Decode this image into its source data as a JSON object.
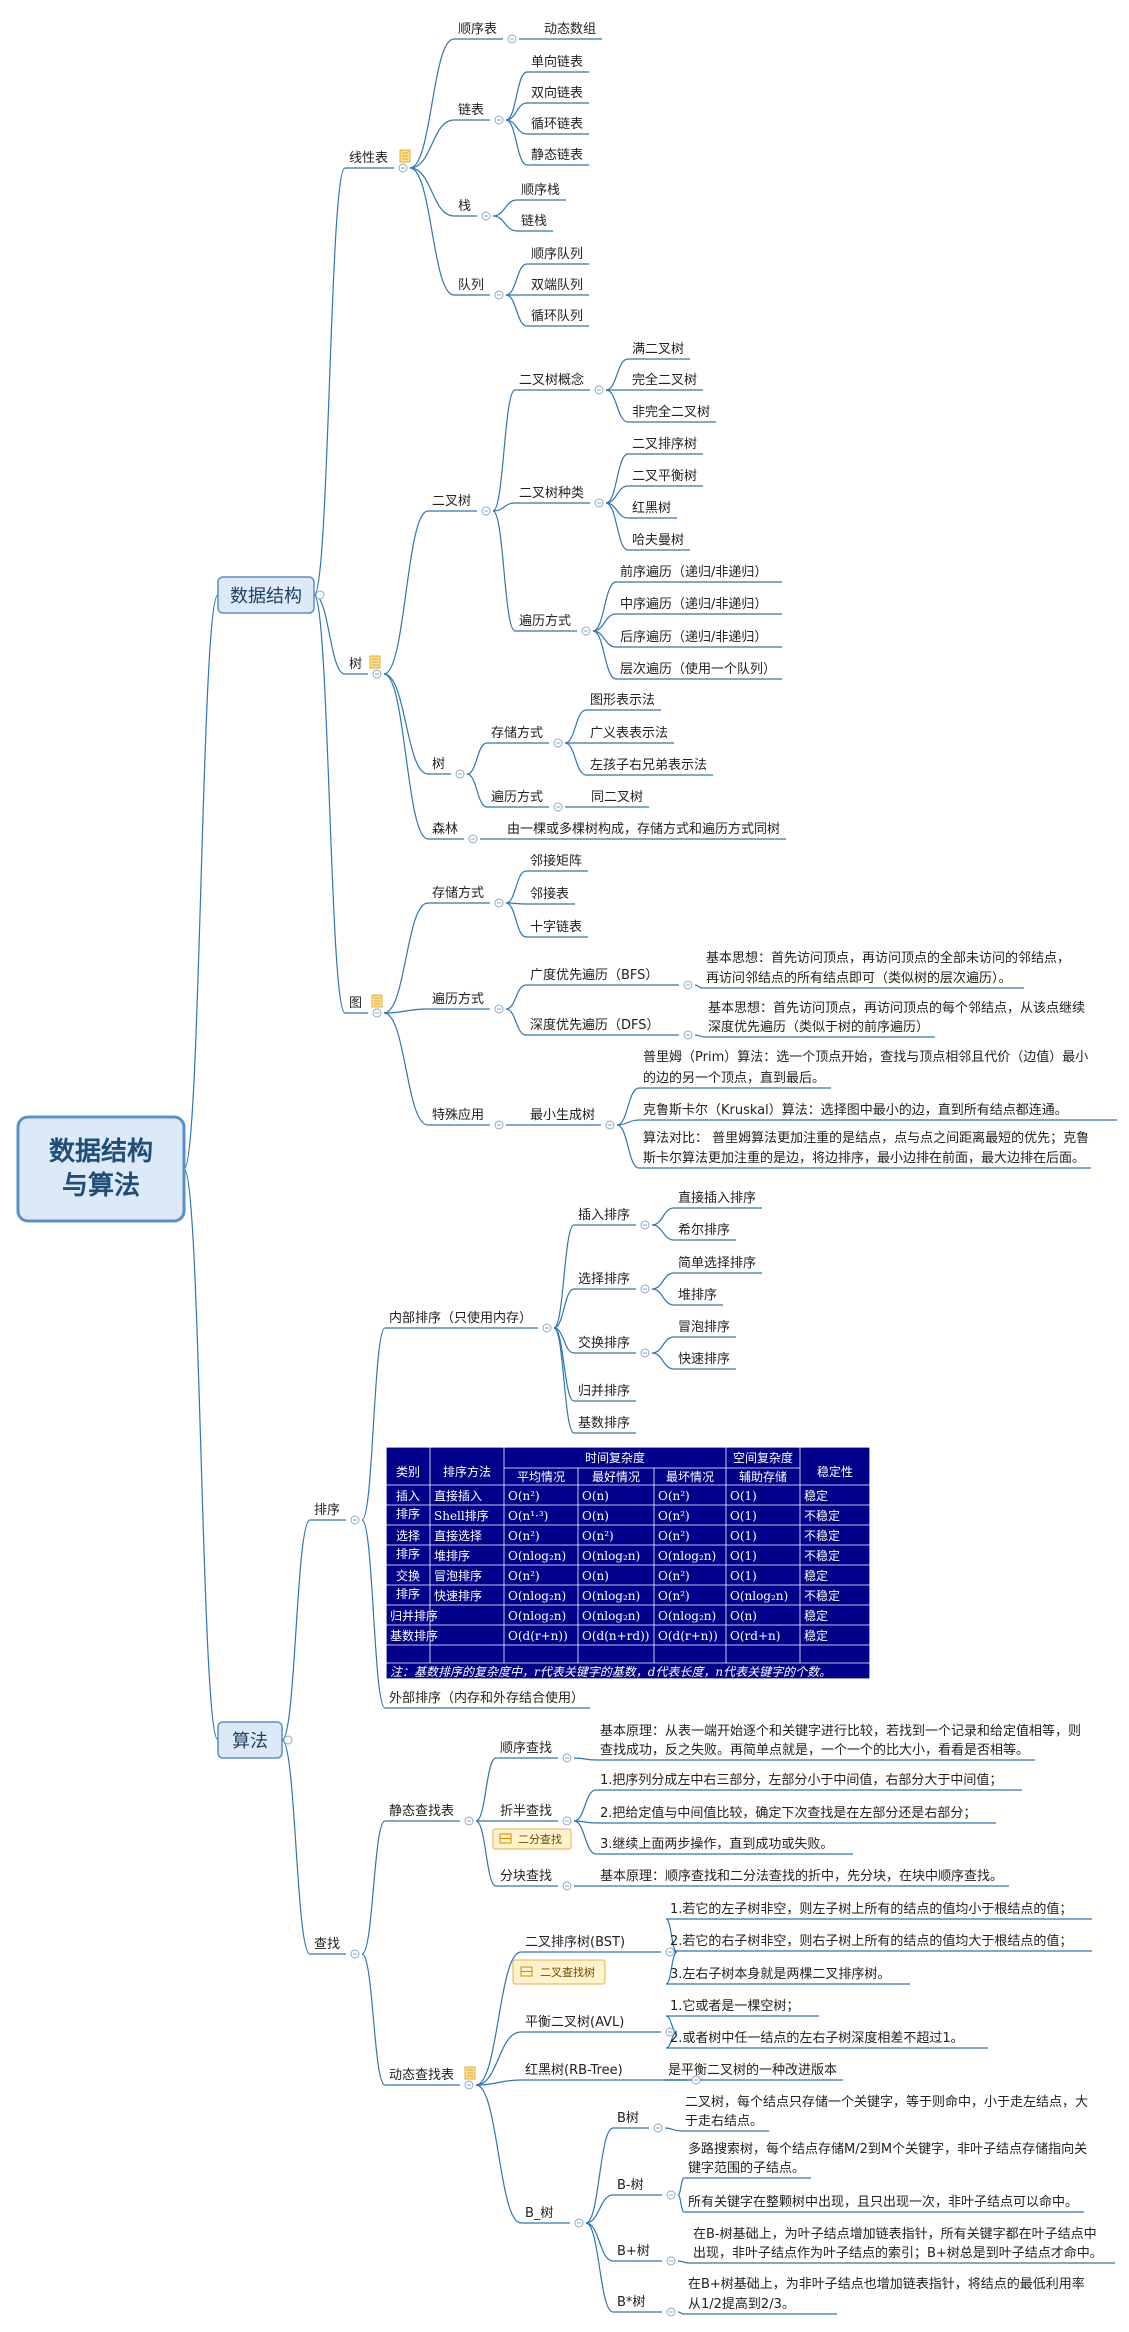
{
  "root": "数据结构\n与算法",
  "branches": [
    "数据结构",
    "算法"
  ],
  "nodes": {
    "n_linear": "线性表",
    "n_seq": "顺序表",
    "n_dyn": "动态数组",
    "n_link": "链表",
    "n_l1": "单向链表",
    "n_l2": "双向链表",
    "n_l3": "循环链表",
    "n_l4": "静态链表",
    "n_stack": "栈",
    "n_s1": "顺序栈",
    "n_s2": "链栈",
    "n_queue": "队列",
    "n_q1": "顺序队列",
    "n_q2": "双端队列",
    "n_q3": "循环队列",
    "n_tree": "树",
    "n_bt": "二叉树",
    "n_btc": "二叉树概念",
    "n_btc1": "满二叉树",
    "n_btc2": "完全二叉树",
    "n_btc3": "非完全二叉树",
    "n_btk": "二叉树种类",
    "n_btk1": "二叉排序树",
    "n_btk2": "二叉平衡树",
    "n_btk3": "红黑树",
    "n_btk4": "哈夫曼树",
    "n_btt": "遍历方式",
    "n_btt1": "前序遍历（递归/非递归）",
    "n_btt2": "中序遍历（递归/非递归）",
    "n_btt3": "后序遍历（递归/非递归）",
    "n_btt4": "层次遍历（使用一个队列）",
    "n_gt": "树",
    "n_gts": "存储方式",
    "n_gts1": "图形表示法",
    "n_gts2": "广义表表示法",
    "n_gts3": "左孩子右兄弟表示法",
    "n_gtt": "遍历方式",
    "n_gtt1": "同二叉树",
    "n_forest": "森林",
    "n_forest1": "由一棵或多棵树构成，存储方式和遍历方式同树",
    "n_graph": "图",
    "n_gs": "存储方式",
    "n_gs1": "邻接矩阵",
    "n_gs2": "邻接表",
    "n_gs3": "十字链表",
    "n_gtrav": "遍历方式",
    "n_bfs": "广度优先遍历（BFS）",
    "n_bfs1": "基本思想：首先访问顶点，再访问顶点的全部未访问的邻结点，",
    "n_bfs2": "再访问邻结点的所有结点即可（类似树的层次遍历）。",
    "n_dfs": "深度优先遍历（DFS）",
    "n_dfs1": "基本思想：首先访问顶点，再访问顶点的每个邻结点，从该点继续",
    "n_dfs2": "深度优先遍历（类似于树的前序遍历）",
    "n_sp": "特殊应用",
    "n_mst": "最小生成树",
    "n_prim1": "普里姆（Prim）算法：选一个顶点开始，查找与顶点相邻且代价（边值）最小",
    "n_prim2": "的边的另一个顶点，直到最后。",
    "n_krus": "克鲁斯卡尔（Kruskal）算法：选择图中最小的边，直到所有结点都连通。",
    "n_cmp1": "算法对比：  普里姆算法更加注重的是结点，点与点之间距离最短的优先；克鲁",
    "n_cmp2": "斯卡尔算法更加注重的是边，将边排序，最小边排在前面，最大边排在后面。",
    "n_sort": "排序",
    "n_inner": "内部排序（只使用内存）",
    "n_ins": "插入排序",
    "n_ins1": "直接插入排序",
    "n_ins2": "希尔排序",
    "n_sel": "选择排序",
    "n_sel1": "简单选择排序",
    "n_sel2": "堆排序",
    "n_swp": "交换排序",
    "n_swp1": "冒泡排序",
    "n_swp2": "快速排序",
    "n_merge": "归并排序",
    "n_radix": "基数排序",
    "n_outer": "外部排序（内存和外存结合使用）",
    "n_search": "查找",
    "n_static": "静态查找表",
    "n_seqs": "顺序查找",
    "n_seqs1": "基本原理：从表一端开始逐个和关键字进行比较，若找到一个记录和给定值相等，则",
    "n_seqs2": "查找成功，反之失败。再简单点就是，一个一个的比大小，看看是否相等。",
    "n_half": "折半查找",
    "n_half_tag": "二分查找",
    "n_half1": "1.把序列分成左中右三部分，左部分小于中间值，右部分大于中间值；",
    "n_half2": "2.把给定值与中间值比较，确定下次查找是在左部分还是右部分；",
    "n_half3": "3.继续上面两步操作，直到成功或失败。",
    "n_blk": "分块查找",
    "n_blk1": "基本原理：顺序查找和二分法查找的折中，先分块，在块中顺序查找。",
    "n_dyns": "动态查找表",
    "n_bst": "二叉排序树(BST)",
    "n_bst_tag": "二叉查找树",
    "n_bst1": "1.若它的左子树非空，则左子树上所有的结点的值均小于根结点的值；",
    "n_bst2": "2.若它的右子树非空，则右子树上所有的结点的值均大于根结点的值；",
    "n_bst3": "3.左右子树本身就是两棵二叉排序树。",
    "n_avl": "平衡二叉树(AVL)",
    "n_avl1": "1.它或者是一棵空树；",
    "n_avl2": "2.或者树中任一结点的左右子树深度相差不超过1。",
    "n_rb": "红黑树(RB-Tree)",
    "n_rb1": "是平衡二叉树的一种改进版本",
    "n_bx": "B_树",
    "n_b": "B树",
    "n_b1": "二叉树，每个结点只存储一个关键字，等于则命中，小于走左结点，大",
    "n_b2": "于走右结点。",
    "n_bm": "B-树",
    "n_bm1": "多路搜索树，每个结点存储M/2到M个关键字，非叶子结点存储指向关",
    "n_bm2": "键字范围的子结点。",
    "n_bm3": "所有关键字在整颗树中出现，且只出现一次，非叶子结点可以命中。",
    "n_bp": "B+树",
    "n_bp1": "在B-树基础上，为叶子结点增加链表指针，所有关键字都在叶子结点中",
    "n_bp2": "出现，非叶子结点作为叶子结点的索引；B+树总是到叶子结点才命中。",
    "n_bs": "B*树",
    "n_bs1": "在B+树基础上，为非叶子结点也增加链表指针，将结点的最低利用率",
    "n_bs2": "从1/2提高到2/3。"
  },
  "sort_table": {
    "header_top": [
      "类别",
      "排序方法",
      "时间复杂度",
      "空间复杂度",
      "稳定性"
    ],
    "header_sub": [
      "平均情况",
      "最好情况",
      "最坏情况",
      "辅助存储"
    ],
    "groups": [
      "插入",
      "排序",
      "选择",
      "排序",
      "交换",
      "排序"
    ],
    "rows": [
      [
        "直接插入",
        "O(n²)",
        "O(n)",
        "O(n²)",
        "O(1)",
        "稳定"
      ],
      [
        "Shell排序",
        "O(n¹·³)",
        "O(n)",
        "O(n²)",
        "O(1)",
        "不稳定"
      ],
      [
        "直接选择",
        "O(n²)",
        "O(n²)",
        "O(n²)",
        "O(1)",
        "不稳定"
      ],
      [
        "堆排序",
        "O(nlog₂n)",
        "O(nlog₂n)",
        "O(nlog₂n)",
        "O(1)",
        "不稳定"
      ],
      [
        "冒泡排序",
        "O(n²)",
        "O(n)",
        "O(n²)",
        "O(1)",
        "稳定"
      ],
      [
        "快速排序",
        "O(nlog₂n)",
        "O(nlog₂n)",
        "O(n²)",
        "O(nlog₂n)",
        "不稳定"
      ],
      [
        "归并排序",
        "O(nlog₂n)",
        "O(nlog₂n)",
        "O(nlog₂n)",
        "O(n)",
        "稳定"
      ],
      [
        "基数排序",
        "O(d(r+n))",
        "O(d(n+rd))",
        "O(d(r+n))",
        "O(rd+n)",
        "稳定"
      ]
    ],
    "note": "注：基数排序的复杂度中，r代表关键字的基数，d代表长度，n代表关键字的个数。"
  },
  "colors": {
    "line": "#2e75b6",
    "branch_fill": "#dce9f7",
    "branch_border": "#5b8fc9",
    "table_bg": "#00008b",
    "tag_fill": "#fff2cc"
  }
}
